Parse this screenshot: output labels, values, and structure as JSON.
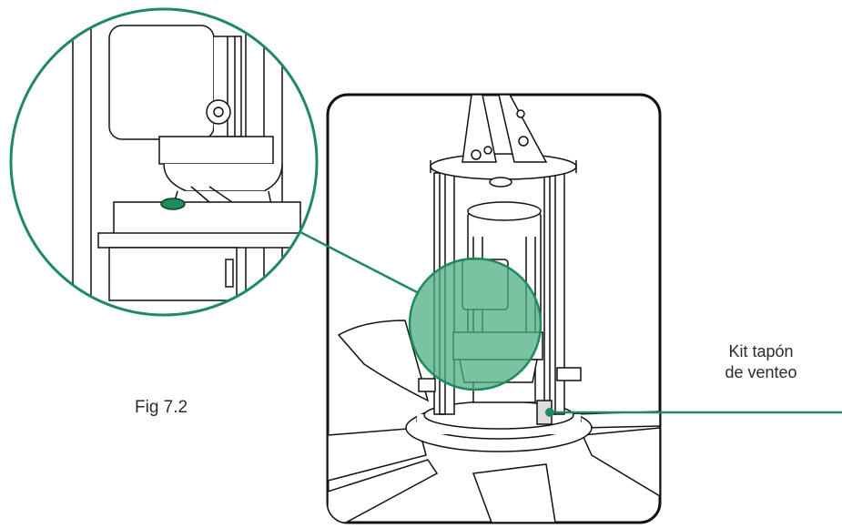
{
  "figure": {
    "caption": "Fig 7.2",
    "callout_lines": [
      "Kit tapón",
      "de venteo"
    ]
  },
  "colors": {
    "accent": "#1f8a5b",
    "highlight_fill": "#4fae84",
    "line": "#111111",
    "background": "#ffffff"
  },
  "icons": {
    "zoom": "magnifier-circle-detail",
    "component": "vent-plug"
  }
}
